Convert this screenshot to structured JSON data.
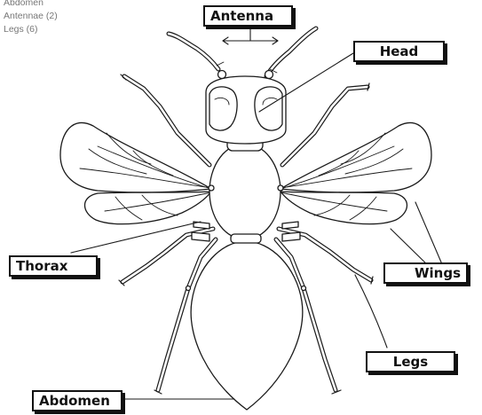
{
  "key_list": [
    "Abdomen",
    "Antennae (2)",
    "Legs (6)"
  ],
  "labels": {
    "antenna": "Antenna",
    "head": "Head",
    "thorax": "Thorax",
    "wings": "Wings",
    "legs": "Legs",
    "abdomen": "Abdomen"
  }
}
